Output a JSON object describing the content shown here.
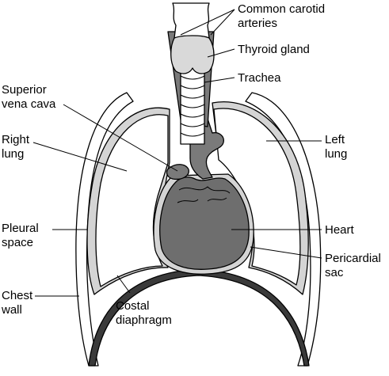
{
  "labels": {
    "common_carotid_l1": "Common carotid",
    "common_carotid_l2": "arteries",
    "thyroid_gland": "Thyroid gland",
    "trachea": "Trachea",
    "superior_vena_cava_l1": "Superior",
    "superior_vena_cava_l2": "vena cava",
    "right_lung_l1": "Right",
    "right_lung_l2": "lung",
    "left_lung_l1": "Left",
    "left_lung_l2": "lung",
    "pleural_space_l1": "Pleural",
    "pleural_space_l2": "space",
    "heart": "Heart",
    "pericardial_sac_l1": "Pericardial",
    "pericardial_sac_l2": "sac",
    "chest_wall_l1": "Chest",
    "chest_wall_l2": "wall",
    "costal_diaphragm_l1": "Costal",
    "costal_diaphragm_l2": "diaphragm"
  },
  "colors": {
    "heart_fill": "#6e6e6e",
    "vessel_fill": "#7a7a7a",
    "pleura_fill": "#d4d4d4",
    "thyroid_fill": "#d9d9d9",
    "diaphragm_fill": "#3a3a3a",
    "outline": "#000000",
    "background": "#ffffff"
  }
}
